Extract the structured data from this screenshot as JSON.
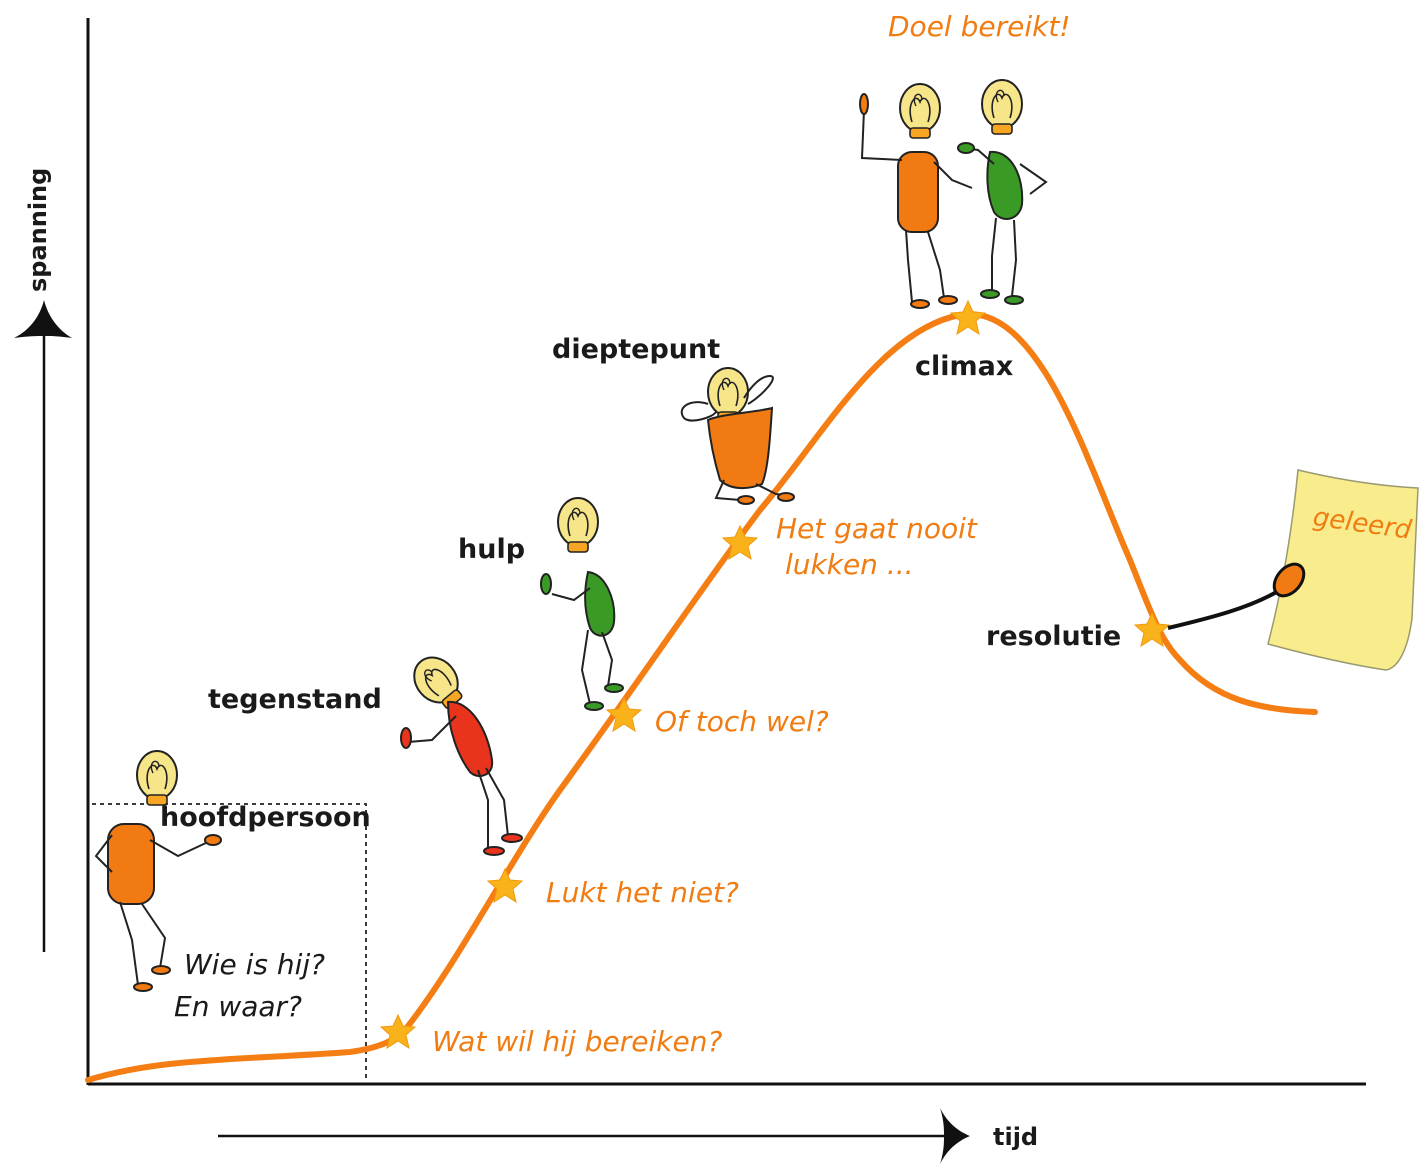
{
  "axes": {
    "y_label": "spanning",
    "x_label": "tijd"
  },
  "stages": {
    "hoofdpersoon": "hoofdpersoon",
    "tegenstand": "tegenstand",
    "hulp": "hulp",
    "dieptepunt": "dieptepunt",
    "climax": "climax",
    "resolutie": "resolutie"
  },
  "questions": {
    "wie": "Wie is hij?",
    "waar": "En waar?",
    "wat": "Wat wil hij bereiken?",
    "lukt": "Lukt het niet?",
    "toch": "Of toch wel?",
    "nooit_1": "Het gaat nooit",
    "nooit_2": "lukken ...",
    "doel": "Doel bereikt!"
  },
  "note": {
    "text": "geleerd"
  },
  "colors": {
    "curve": "#f47e14",
    "star": "#f9b21a",
    "orange_body": "#f27a12",
    "green_body": "#3a9a26",
    "red_body": "#e8341c",
    "bulb": "#f7e58a",
    "note": "#f9ec8c"
  }
}
